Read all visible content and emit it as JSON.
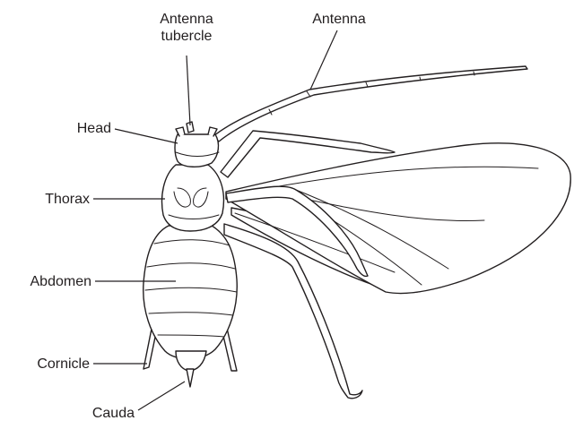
{
  "labels": {
    "antenna_tubercle": "Antenna tubercle",
    "antenna_tubercle_line1": "Antenna",
    "antenna_tubercle_line2": "tubercle",
    "antenna": "Antenna",
    "head": "Head",
    "thorax": "Thorax",
    "abdomen": "Abdomen",
    "cornicle": "Cornicle",
    "cauda": "Cauda"
  },
  "colors": {
    "ink": "#231f20",
    "background": "#ffffff"
  }
}
